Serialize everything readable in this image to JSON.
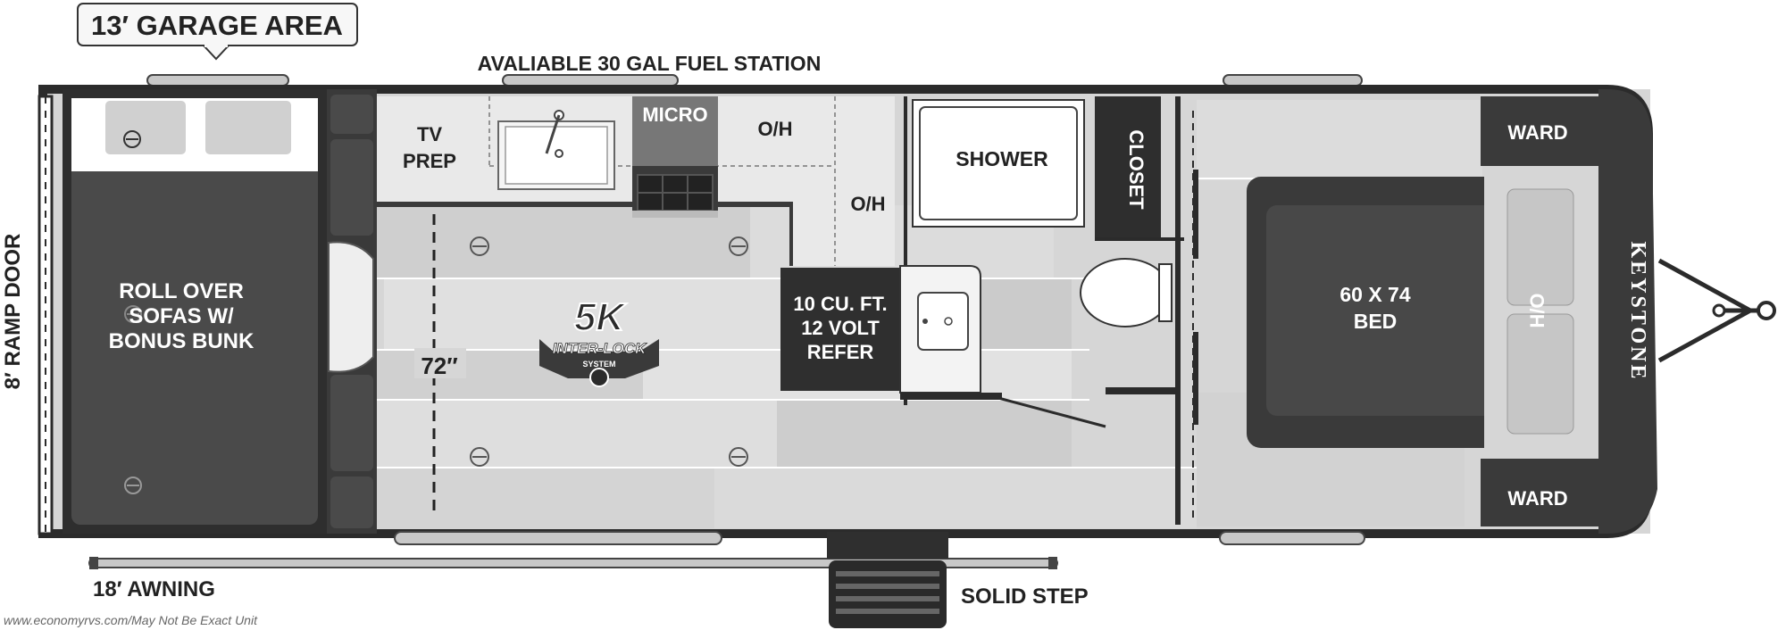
{
  "callouts": {
    "garage_area": "13′ GARAGE AREA",
    "fuel_station": "AVALIABLE 30 GAL FUEL STATION",
    "ramp_door": "8′ RAMP DOOR",
    "awning": "18′ AWNING",
    "solid_step": "SOLID STEP"
  },
  "garage": {
    "sofa_line1": "ROLL OVER",
    "sofa_line2": "SOFAS W/",
    "sofa_line3": "BONUS BUNK",
    "dimension": "72″"
  },
  "kitchen": {
    "tv_line1": "TV",
    "tv_line2": "PREP",
    "micro": "MICRO",
    "oh_top": "O/H",
    "oh_side": "O/H",
    "refer_line1": "10 CU. FT.",
    "refer_line2": "12 VOLT",
    "refer_line3": "REFER"
  },
  "bath": {
    "shower": "SHOWER",
    "closet": "CLOSET"
  },
  "bedroom": {
    "ward_top": "WARD",
    "ward_bottom": "WARD",
    "bed_line1": "60 X 74",
    "bed_line2": "BED",
    "ho": "H/O"
  },
  "branding": {
    "brand": "KEYSTONE",
    "logo_big": "5K",
    "logo_mid": "INTER-LOCK",
    "logo_small": "SYSTEM"
  },
  "footer": {
    "watermark": "www.economyrvs.com/May Not Be Exact Unit"
  },
  "colors": {
    "wall": "#2b2b2b",
    "floor": "#d9d9d9",
    "dark_furniture": "#3d3d3d",
    "counter": "#ececec"
  }
}
